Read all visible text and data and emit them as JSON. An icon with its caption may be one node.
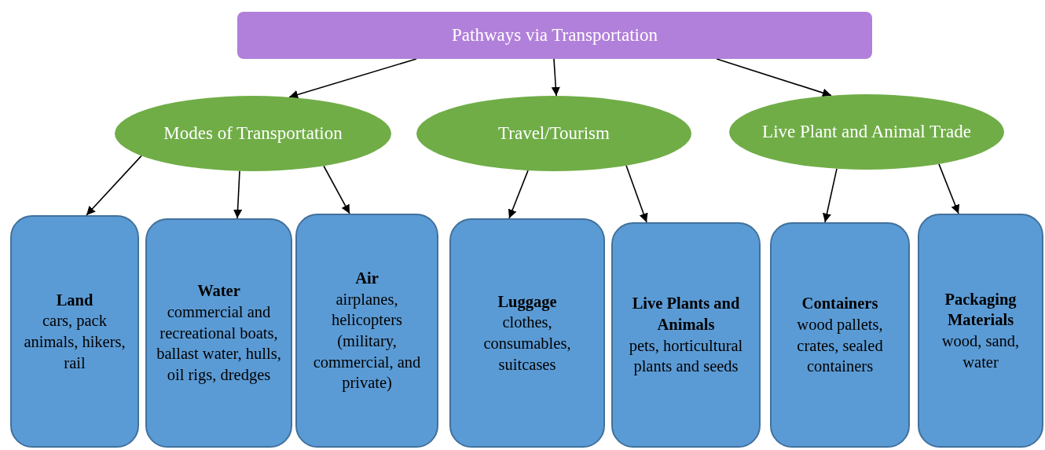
{
  "diagram": {
    "nodes": [
      {
        "text": [
          "Pathways via Transportation"
        ]
      },
      {
        "text": [
          "Modes of Transportation"
        ]
      },
      {
        "text": [
          "Travel/Tourism"
        ]
      },
      {
        "text": [
          "Live Plant and Animal Trade"
        ]
      },
      {
        "text": [
          "Land",
          "cars, pack animals, hikers, rail"
        ]
      },
      {
        "text": [
          "Water",
          "commercial and recreational boats, ballast water, hulls, oil rigs, dredges"
        ]
      },
      {
        "text": [
          "Air",
          "airplanes, helicopters (military, commercial, and private)"
        ]
      },
      {
        "text": [
          "Luggage",
          "clothes, consumables, suitcases"
        ]
      },
      {
        "text": [
          "Live Plants and Animals",
          "pets, horticultural plants and seeds"
        ]
      },
      {
        "text": [
          "Containers",
          "wood pallets, crates, sealed containers"
        ]
      },
      {
        "text": [
          "Packaging Materials",
          "wood, sand, water"
        ]
      }
    ],
    "edges": [
      {
        "from": 0,
        "to": 1,
        "arrow": "to"
      },
      {
        "from": 0,
        "to": 2,
        "arrow": "to"
      },
      {
        "from": 0,
        "to": 3,
        "arrow": "to"
      },
      {
        "from": 1,
        "to": 4,
        "arrow": "to"
      },
      {
        "from": 1,
        "to": 5,
        "arrow": "to"
      },
      {
        "from": 1,
        "to": 6,
        "arrow": "to"
      },
      {
        "from": 2,
        "to": 7,
        "arrow": "to"
      },
      {
        "from": 2,
        "to": 8,
        "arrow": "to"
      },
      {
        "from": 3,
        "to": 9,
        "arrow": "to"
      },
      {
        "from": 3,
        "to": 10,
        "arrow": "to"
      }
    ]
  }
}
